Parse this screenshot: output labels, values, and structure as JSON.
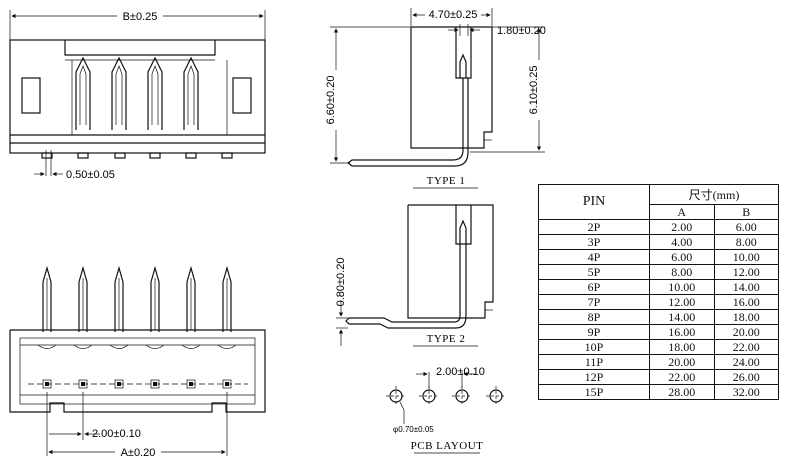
{
  "dimensions": {
    "b_width": "B±0.25",
    "pin_width": "0.50±0.05",
    "depth": "4.70±0.25",
    "slot": "1.80±0.20",
    "height_total": "6.60±0.20",
    "height_body": "6.10±0.25",
    "offset_type2": "0.80±0.20",
    "pitch_top": "2.00±0.10",
    "pitch_pcb": "2.00±0.10",
    "a_width": "A±0.20",
    "hole_dia": "φ0.70±0.05"
  },
  "labels": {
    "type1": "TYPE  1",
    "type2": "TYPE  2",
    "pcb_layout": "PCB LAYOUT"
  },
  "table": {
    "pin_header": "PIN",
    "size_header": "尺寸(mm)",
    "col_a": "A",
    "col_b": "B",
    "rows": [
      {
        "pin": "2P",
        "a": "2.00",
        "b": "6.00"
      },
      {
        "pin": "3P",
        "a": "4.00",
        "b": "8.00"
      },
      {
        "pin": "4P",
        "a": "6.00",
        "b": "10.00"
      },
      {
        "pin": "5P",
        "a": "8.00",
        "b": "12.00"
      },
      {
        "pin": "6P",
        "a": "10.00",
        "b": "14.00"
      },
      {
        "pin": "7P",
        "a": "12.00",
        "b": "16.00"
      },
      {
        "pin": "8P",
        "a": "14.00",
        "b": "18.00"
      },
      {
        "pin": "9P",
        "a": "16.00",
        "b": "20.00"
      },
      {
        "pin": "10P",
        "a": "18.00",
        "b": "22.00"
      },
      {
        "pin": "11P",
        "a": "20.00",
        "b": "24.00"
      },
      {
        "pin": "12P",
        "a": "22.00",
        "b": "26.00"
      },
      {
        "pin": "15P",
        "a": "28.00",
        "b": "32.00"
      }
    ]
  }
}
